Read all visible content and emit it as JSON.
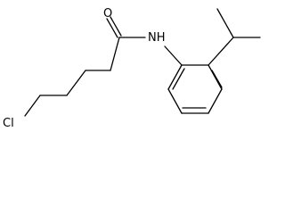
{
  "molecule": {
    "atoms": {
      "oxygen": "O",
      "nitrogen": "NH",
      "chlorine": "Cl"
    },
    "colors": {
      "bond": "#000000",
      "background": "#ffffff"
    }
  }
}
